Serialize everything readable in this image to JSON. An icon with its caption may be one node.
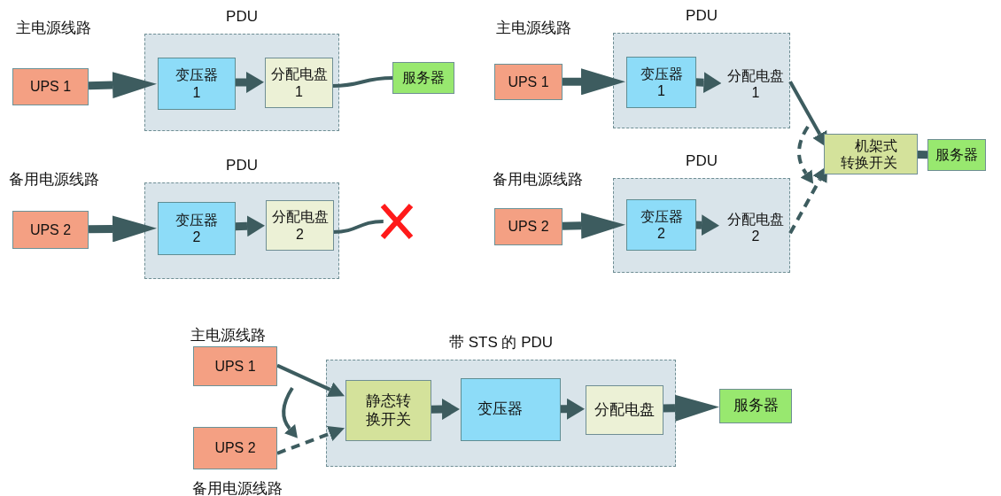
{
  "diagram": {
    "nodes": [
      {
        "text": [
          "PDU"
        ]
      },
      {
        "text": [
          "UPS 1"
        ]
      },
      {
        "text": [
          "变压器 1"
        ],
        "in": 0
      },
      {
        "text": [
          "分配电盘 1"
        ],
        "in": 0
      },
      {
        "text": [
          "服务器"
        ]
      },
      {
        "text": [
          "PDU"
        ]
      },
      {
        "text": [
          "UPS 2"
        ]
      },
      {
        "text": [
          "变压器 2"
        ],
        "in": 5
      },
      {
        "text": [
          "分配电盘 2"
        ],
        "in": 5
      },
      {
        "text": [],
        "shape": "cross"
      },
      {
        "text": [
          "PDU"
        ]
      },
      {
        "text": [
          "UPS 1"
        ]
      },
      {
        "text": [
          "变压器 1"
        ],
        "in": 10
      },
      {
        "text": [
          "分配电盘 1"
        ],
        "in": 10
      },
      {
        "text": [
          "机架式转换开关"
        ]
      },
      {
        "text": [
          "服务器"
        ]
      },
      {
        "text": [
          "PDU"
        ]
      },
      {
        "text": [
          "UPS 2"
        ]
      },
      {
        "text": [
          "变压器 2"
        ],
        "in": 16
      },
      {
        "text": [
          "分配电盘 2"
        ],
        "in": 16
      },
      {
        "text": [
          "带 STS 的 PDU"
        ]
      },
      {
        "text": [
          "UPS 1"
        ]
      },
      {
        "text": [
          "UPS 2"
        ]
      },
      {
        "text": [
          "静态转换开关"
        ],
        "in": 20
      },
      {
        "text": [
          "变压器"
        ],
        "in": 20
      },
      {
        "text": [
          "分配电盘"
        ],
        "in": 20
      },
      {
        "text": [
          "服务器"
        ]
      }
    ],
    "edges": [
      {
        "from": 1,
        "to": 2,
        "arrow": "to"
      },
      {
        "from": 2,
        "to": 3,
        "arrow": "to"
      },
      {
        "from": 3,
        "to": 4,
        "arrow": "none"
      },
      {
        "from": 6,
        "to": 7,
        "arrow": "to"
      },
      {
        "from": 7,
        "to": 8,
        "arrow": "to"
      },
      {
        "from": 8,
        "to": 9,
        "arrow": "none"
      },
      {
        "from": 11,
        "to": 12,
        "arrow": "to"
      },
      {
        "from": 12,
        "to": 13,
        "arrow": "to"
      },
      {
        "from": 13,
        "to": 14,
        "arrow": "to"
      },
      {
        "from": 14,
        "to": 15,
        "arrow": "none"
      },
      {
        "from": 17,
        "to": 18,
        "arrow": "to"
      },
      {
        "from": 18,
        "to": 19,
        "arrow": "to"
      },
      {
        "from": 19,
        "to": 14,
        "arrow": "to",
        "style": "dashed"
      },
      {
        "from": 21,
        "to": 23,
        "arrow": "to"
      },
      {
        "from": 22,
        "to": 23,
        "arrow": "to",
        "style": "dashed"
      },
      {
        "from": 23,
        "to": 24,
        "arrow": "to"
      },
      {
        "from": 24,
        "to": 25,
        "arrow": "to"
      },
      {
        "from": 25,
        "to": 26,
        "arrow": "to"
      }
    ],
    "labels": [
      "主电源线路",
      "主电源线路",
      "备用电源线路",
      "备用电源线路",
      "主电源线路",
      "备用电源线路"
    ]
  }
}
